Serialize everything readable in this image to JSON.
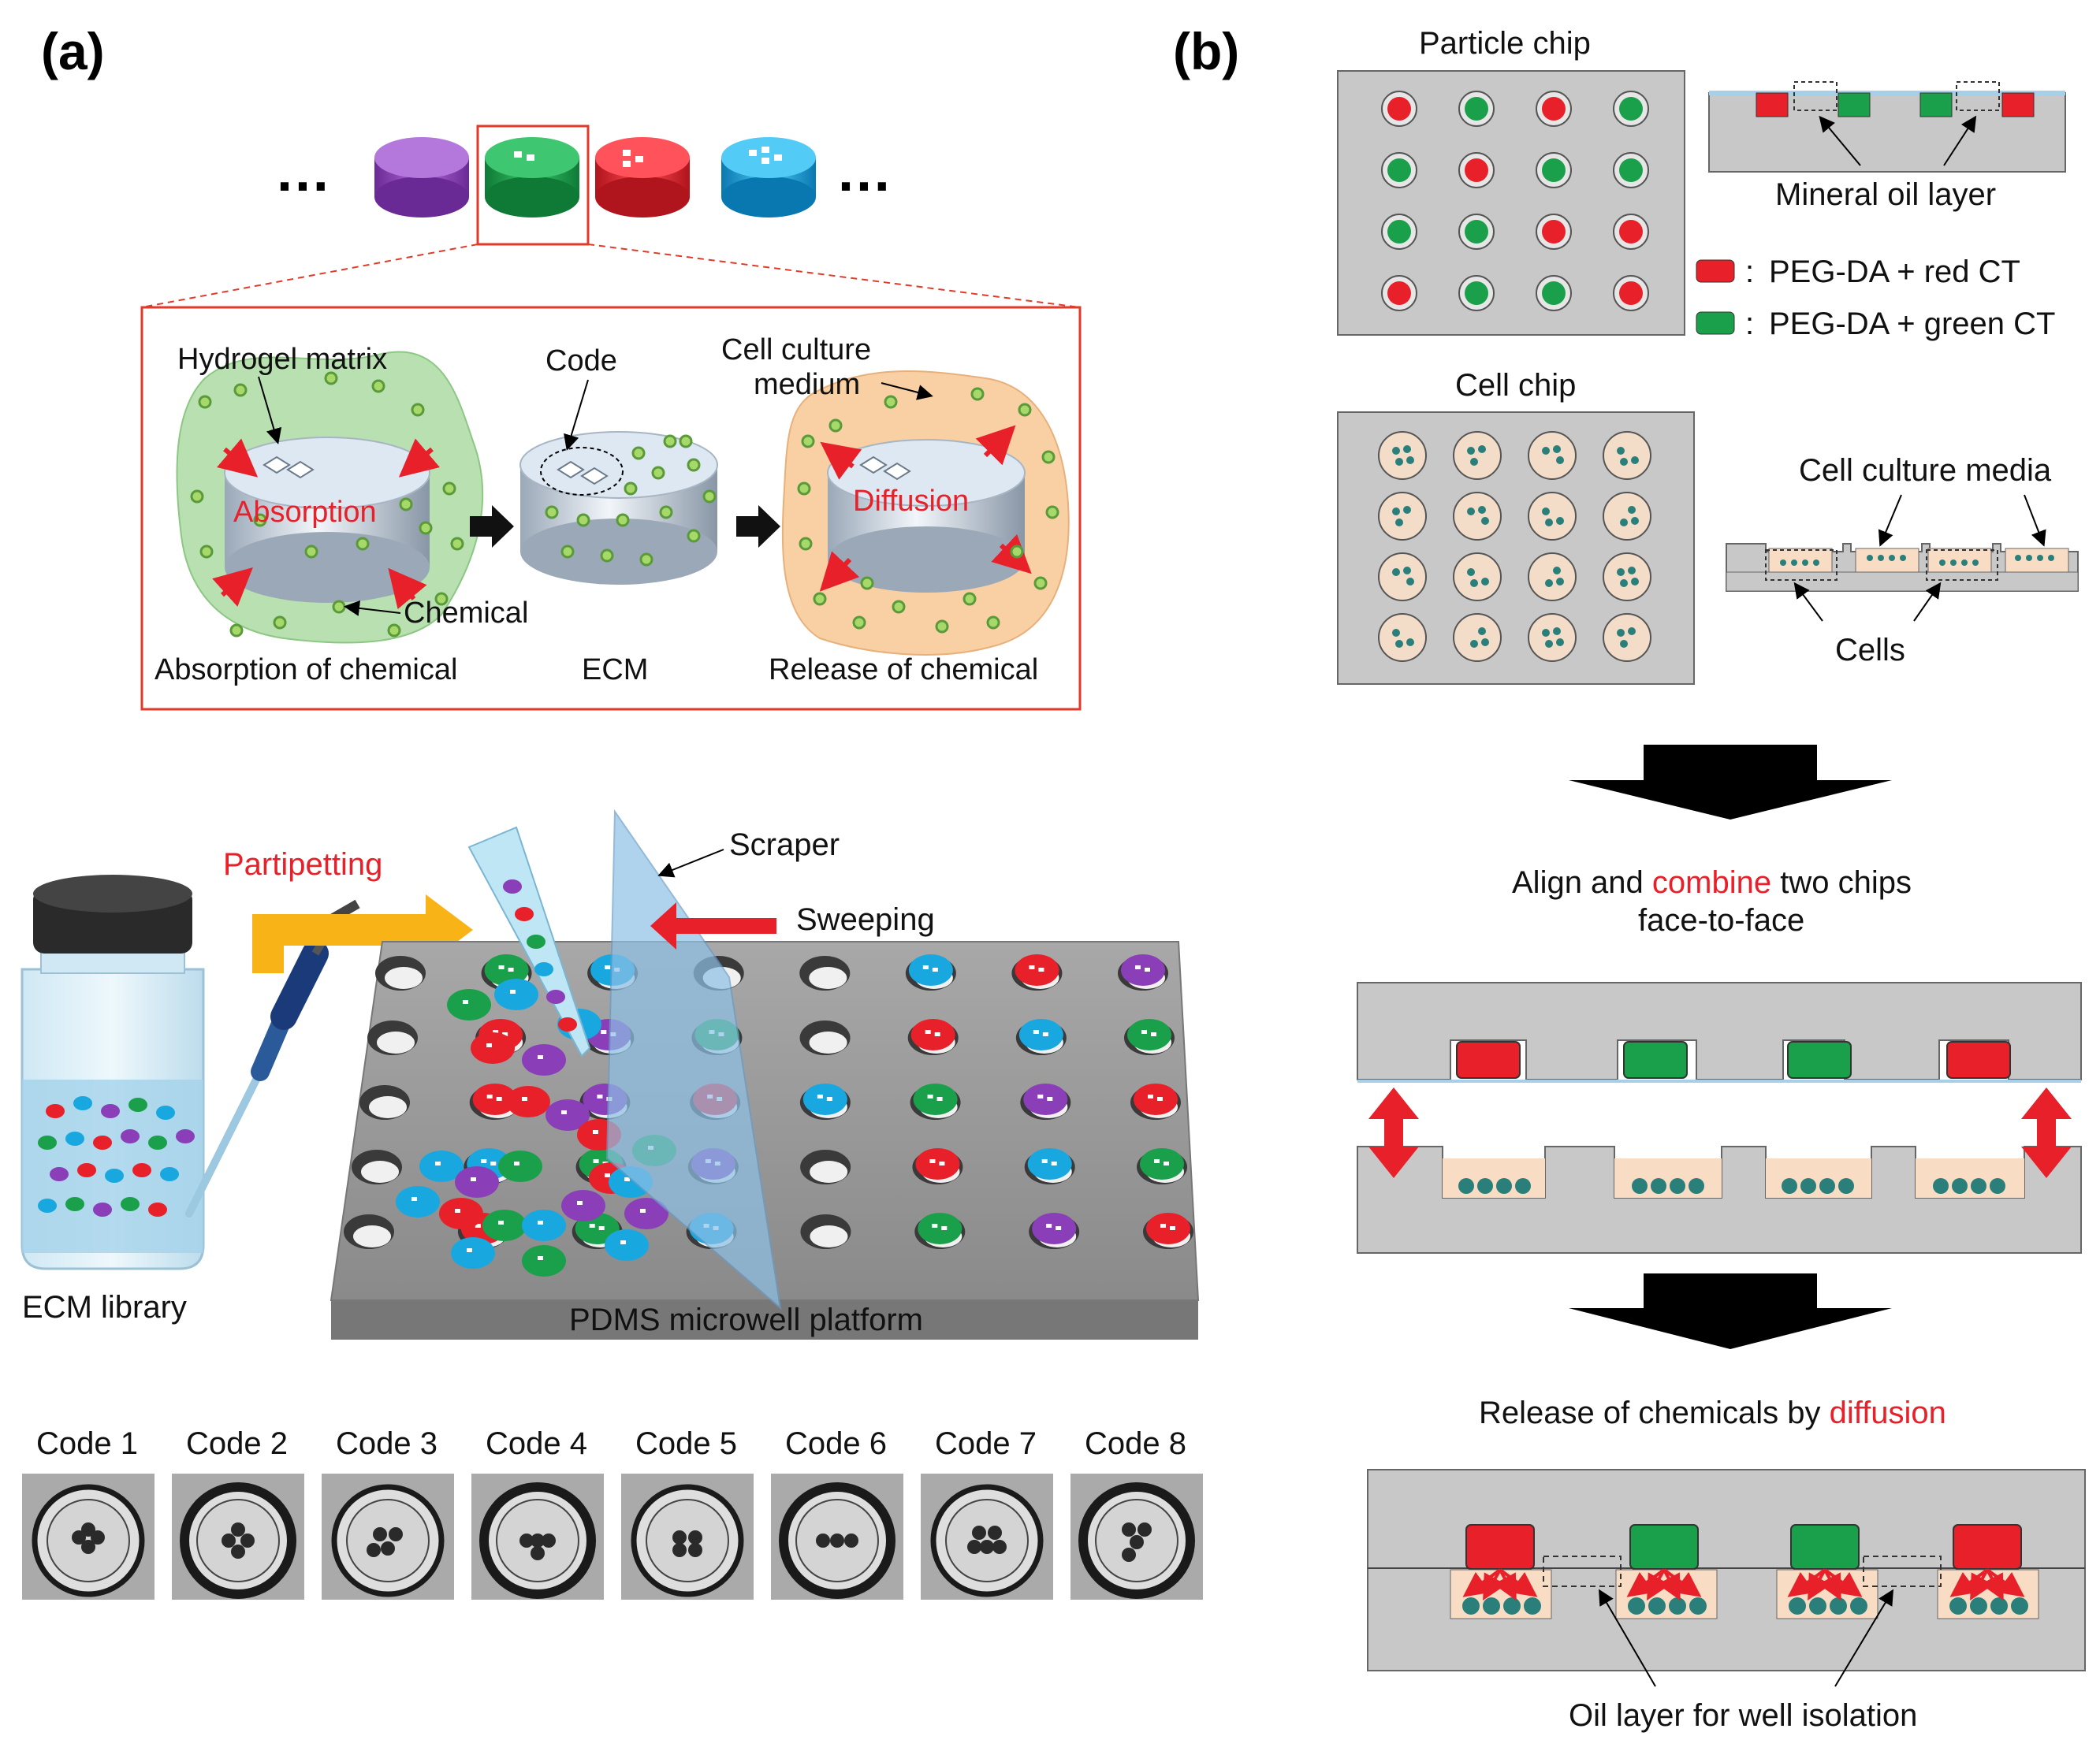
{
  "panels": {
    "a": "(a)",
    "b": "(b)"
  },
  "panel_a": {
    "ellipsis_left": "…",
    "ellipsis_right": "…",
    "inset": {
      "hydrogel_matrix": "Hydrogel matrix",
      "absorption": "Absorption",
      "chemical": "Chemical",
      "absorption_of_chemical": "Absorption of chemical",
      "code": "Code",
      "ecm": "ECM",
      "cell_culture_medium_1": "Cell culture",
      "cell_culture_medium_2": "medium",
      "diffusion": "Diffusion",
      "release_of_chemical": "Release of chemical"
    },
    "process": {
      "partipetting": "Partipetting",
      "scraper": "Scraper",
      "sweeping": "Sweeping",
      "ecm_library": "ECM library",
      "pdms_platform": "PDMS microwell platform"
    },
    "codes": [
      "Code 1",
      "Code 2",
      "Code 3",
      "Code 4",
      "Code 5",
      "Code 6",
      "Code 7",
      "Code 8"
    ]
  },
  "panel_b": {
    "particle_chip": "Particle chip",
    "mineral_oil_layer": "Mineral oil layer",
    "legend_red": "PEG-DA + red CT",
    "legend_green": "PEG-DA + green CT",
    "legend_colon": ":",
    "cell_chip": "Cell chip",
    "cell_culture_media": "Cell culture media",
    "cells": "Cells",
    "step1_pre": "Align and ",
    "step1_highlight": "combine",
    "step1_post": " two chips",
    "step1_line2": "face-to-face",
    "step2_pre": "Release of chemicals by ",
    "step2_highlight": "diffusion",
    "oil_layer_isolation": "Oil layer for well isolation"
  },
  "colors": {
    "red_particle": "#e8202a",
    "green_particle": "#1aa04a",
    "purple_particle": "#8a3fb8",
    "cyan_particle": "#19a7e0",
    "highlight_red": "#e8202a",
    "chip_gray": "#c8c8c8",
    "medium_beige": "#f8dcc4",
    "cell_teal": "#2a7f7a",
    "arrow_yellow": "#f8b417"
  }
}
